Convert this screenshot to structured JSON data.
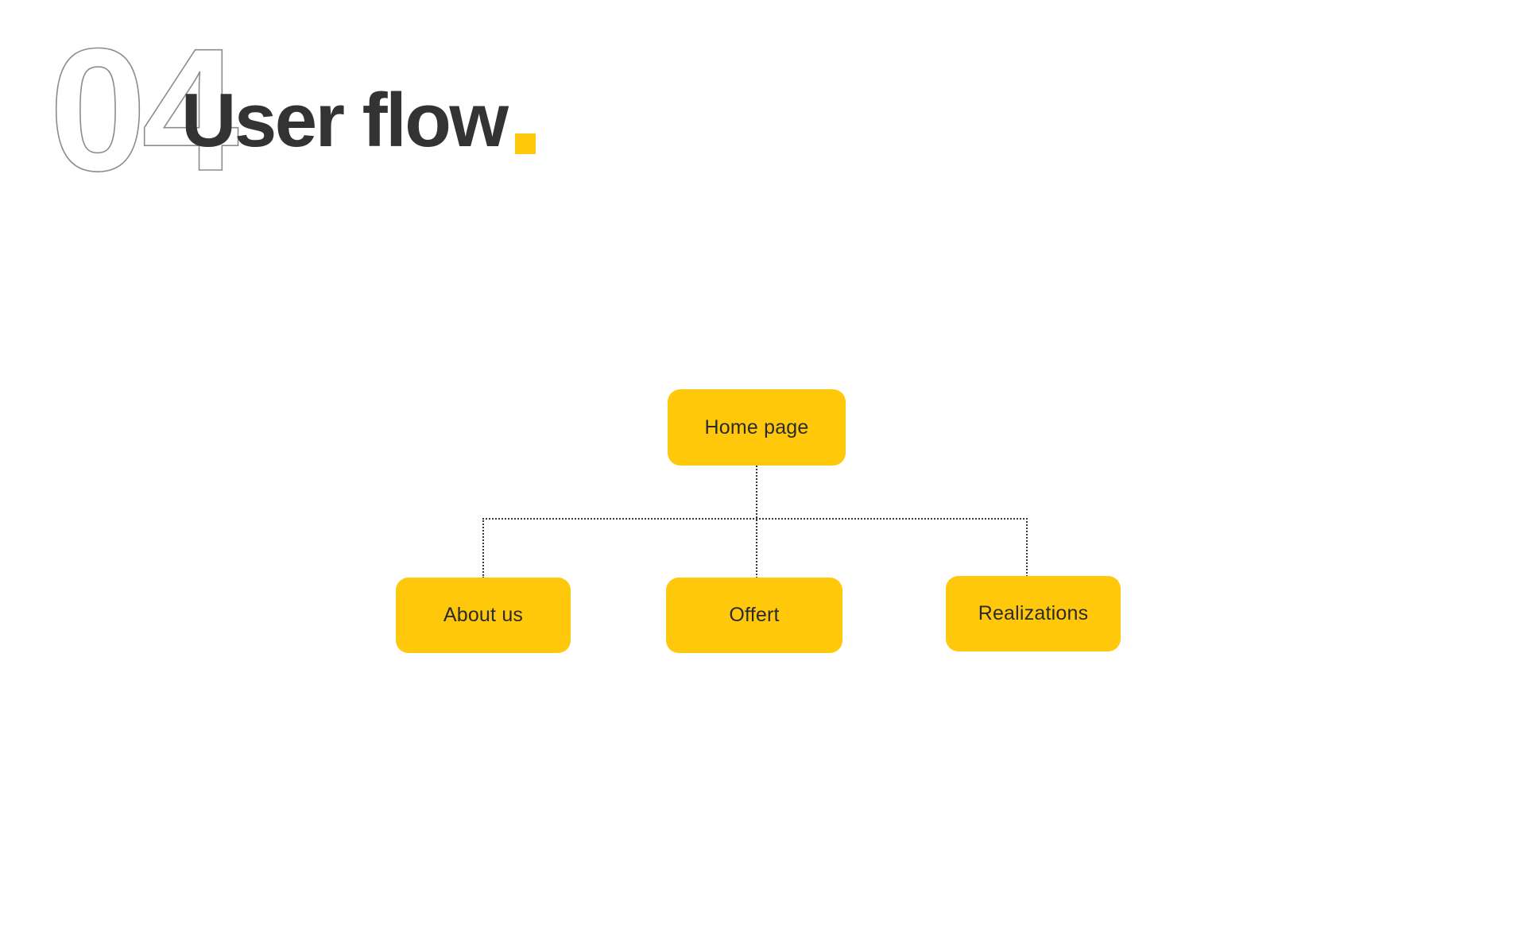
{
  "slide": {
    "background_color": "#ffffff",
    "section_number": "04",
    "title": "User flow",
    "title_dot": "",
    "accent_color": "#ffc80b",
    "text_color": "#333333",
    "outline_color": "#8c8c8c"
  },
  "flow": {
    "title": "User flow",
    "connector_style": "dotted",
    "connector_color": "#3a3a3a",
    "root": {
      "id": "home-page",
      "label": "Home page"
    },
    "children": [
      {
        "id": "about-us",
        "label": "About us"
      },
      {
        "id": "offert",
        "label": "Offert"
      },
      {
        "id": "realizations",
        "label": "Realizations"
      }
    ]
  }
}
